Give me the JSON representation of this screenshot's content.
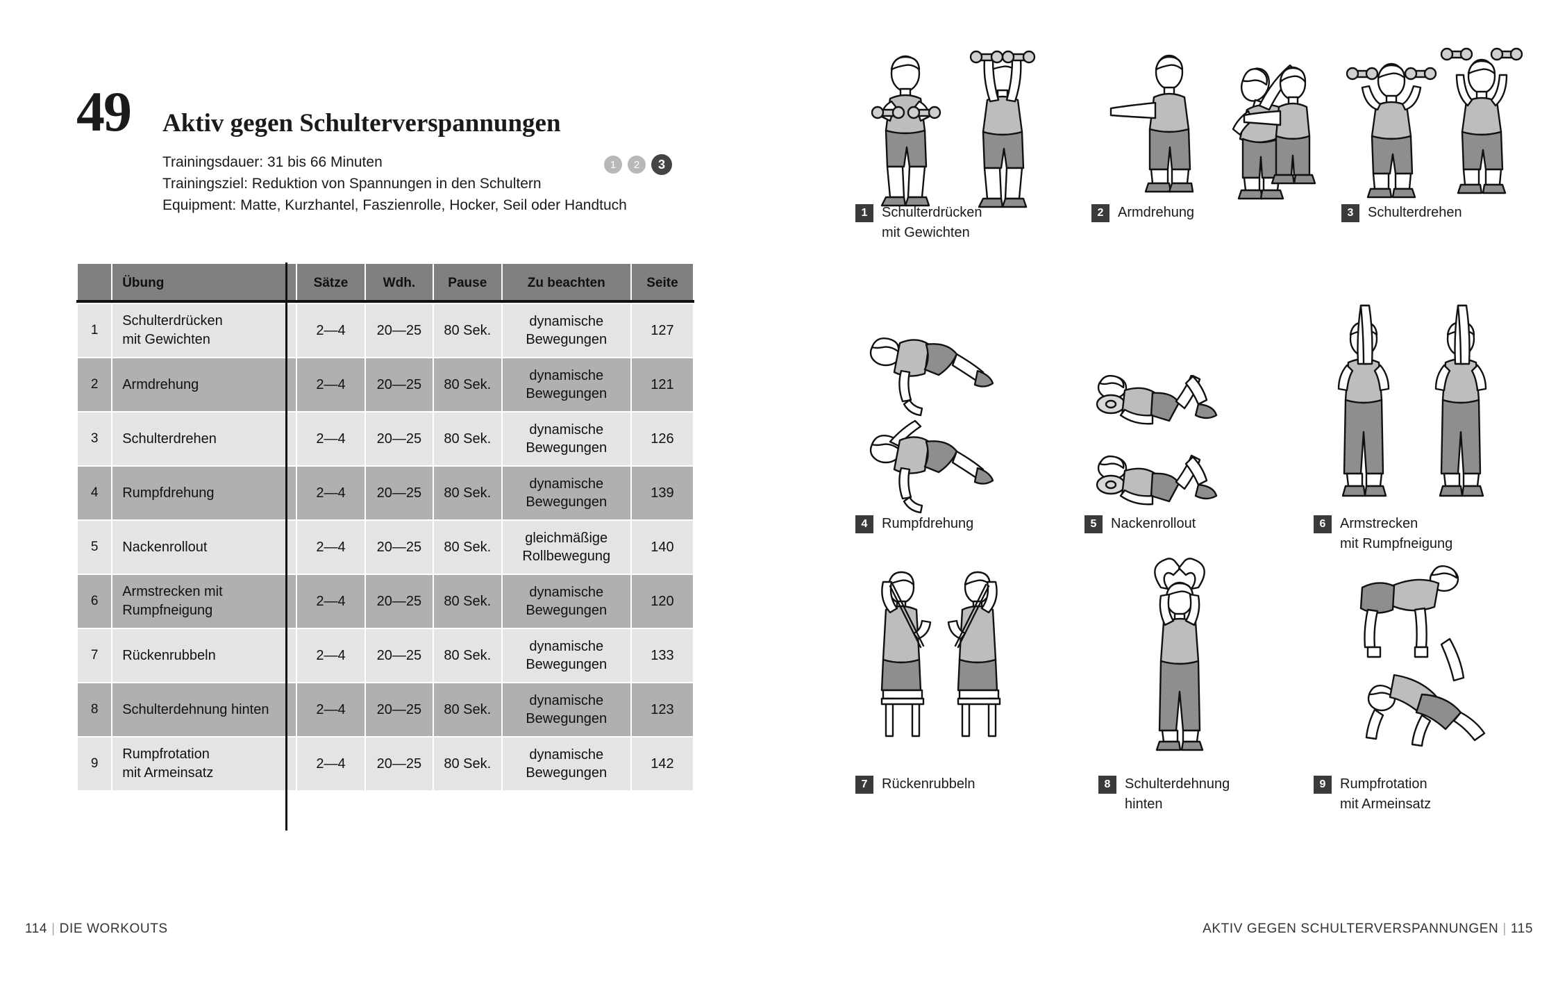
{
  "workout": {
    "number": "49",
    "title": "Aktiv gegen Schulterverspannungen",
    "duration_line": "Trainingsdauer: 31 bis 66 Minuten",
    "goal_line": "Trainingsziel: Reduktion von Spannungen in den Schultern",
    "equipment_line": "Equipment: Matte, Kurzhantel, Faszienrolle, Hocker, Seil oder Handtuch",
    "levels": [
      {
        "label": "1",
        "active": false
      },
      {
        "label": "2",
        "active": false
      },
      {
        "label": "3",
        "active": true
      }
    ],
    "level_colors": {
      "inactive": "#b8b8b8",
      "active": "#444444"
    }
  },
  "table": {
    "headers": {
      "index": "",
      "exercise": "Übung",
      "sets": "Sätze",
      "reps": "Wdh.",
      "pause": "Pause",
      "note": "Zu beachten",
      "page": "Seite"
    },
    "row_colors": {
      "light": "#e4e4e4",
      "dark": "#b0b0b0",
      "header": "#808080"
    },
    "rows": [
      {
        "index": "1",
        "exercise": "Schulterdrücken\nmit Gewichten",
        "sets": "2—4",
        "reps": "20—25",
        "pause": "80 Sek.",
        "note": "dynamische\nBewegungen",
        "page": "127"
      },
      {
        "index": "2",
        "exercise": "Armdrehung",
        "sets": "2—4",
        "reps": "20—25",
        "pause": "80 Sek.",
        "note": "dynamische\nBewegungen",
        "page": "121"
      },
      {
        "index": "3",
        "exercise": "Schulterdrehen",
        "sets": "2—4",
        "reps": "20—25",
        "pause": "80 Sek.",
        "note": "dynamische\nBewegungen",
        "page": "126"
      },
      {
        "index": "4",
        "exercise": "Rumpfdrehung",
        "sets": "2—4",
        "reps": "20—25",
        "pause": "80 Sek.",
        "note": "dynamische\nBewegungen",
        "page": "139"
      },
      {
        "index": "5",
        "exercise": "Nackenrollout",
        "sets": "2—4",
        "reps": "20—25",
        "pause": "80 Sek.",
        "note": "gleichmäßige\nRollbewegung",
        "page": "140"
      },
      {
        "index": "6",
        "exercise": "Armstrecken mit\nRumpfneigung",
        "sets": "2—4",
        "reps": "20—25",
        "pause": "80 Sek.",
        "note": "dynamische\nBewegungen",
        "page": "120"
      },
      {
        "index": "7",
        "exercise": "Rückenrubbeln",
        "sets": "2—4",
        "reps": "20—25",
        "pause": "80 Sek.",
        "note": "dynamische\nBewegungen",
        "page": "133"
      },
      {
        "index": "8",
        "exercise": "Schulterdehnung hinten",
        "sets": "2—4",
        "reps": "20—25",
        "pause": "80 Sek.",
        "note": "dynamische\nBewegungen",
        "page": "123"
      },
      {
        "index": "9",
        "exercise": "Rumpfrotation\nmit Armeinsatz",
        "sets": "2—4",
        "reps": "20—25",
        "pause": "80 Sek.",
        "note": "dynamische\nBewegungen",
        "page": "142"
      }
    ]
  },
  "illustrations": [
    {
      "badge": "1",
      "caption": "Schulterdrücken\nmit Gewichten"
    },
    {
      "badge": "2",
      "caption": "Armdrehung"
    },
    {
      "badge": "3",
      "caption": "Schulterdrehen"
    },
    {
      "badge": "4",
      "caption": "Rumpfdrehung"
    },
    {
      "badge": "5",
      "caption": "Nackenrollout"
    },
    {
      "badge": "6",
      "caption": "Armstrecken\nmit Rumpfneigung"
    },
    {
      "badge": "7",
      "caption": "Rückenrubbeln"
    },
    {
      "badge": "8",
      "caption": "Schulterdehnung\nhinten"
    },
    {
      "badge": "9",
      "caption": "Rumpfrotation\nmit Armeinsatz"
    }
  ],
  "footer": {
    "left_page_number": "114",
    "left_section": "DIE WORKOUTS",
    "right_section": "AKTIV GEGEN SCHULTERVERSPANNUNGEN",
    "right_page_number": "115",
    "separator": "|"
  }
}
